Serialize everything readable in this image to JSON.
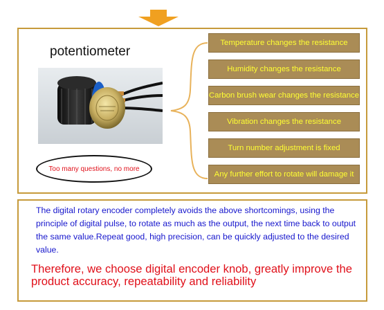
{
  "colors": {
    "arrow": "#f0a020",
    "panel_border": "#c69a3a",
    "reason_box": "#aa8c56",
    "reason_text": "#ffff33",
    "description_text": "#1515cc",
    "conclusion_text": "#e0101a",
    "bubble_text": "#e0101a"
  },
  "header_arrow_icon": "down-arrow-icon",
  "potentiometer": {
    "title": "potentiometer",
    "image": "potentiometer-photo",
    "bubble": "Too many questions, no more"
  },
  "reasons": [
    "Temperature changes the resistance",
    "Humidity changes the resistance",
    "Carbon brush wear changes the resistance",
    "Vibration changes the resistance",
    "Turn number adjustment is fixed",
    "Any further effort to rotate will damage it"
  ],
  "description": "The digital rotary encoder completely avoids the above shortcomings, using the principle of digital pulse, to rotate as much as the output, the next time back to output the same value.Repeat good, high precision, can be quickly adjusted to the desired value.",
  "conclusion": "Therefore, we choose digital encoder knob, greatly improve the product accuracy, repeatability and reliability"
}
